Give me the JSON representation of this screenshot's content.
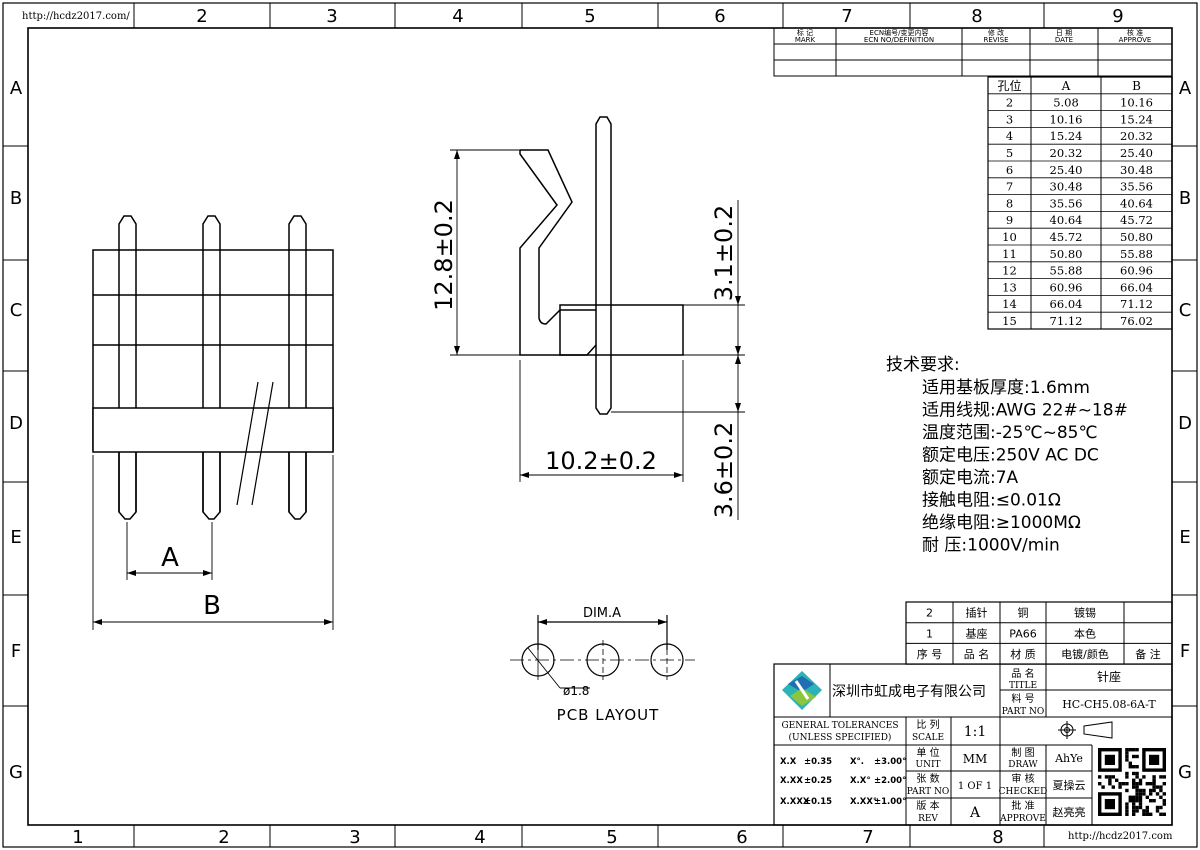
{
  "url_top": "http://hcdz2017.com/",
  "url_bottom": "http://hcdz2017.com",
  "top_cols": [
    "2",
    "3",
    "4",
    "5",
    "6",
    "7",
    "8",
    "9"
  ],
  "bottom_cols": [
    "1",
    "2",
    "3",
    "4",
    "5",
    "6",
    "7",
    "8"
  ],
  "rows": [
    "A",
    "B",
    "C",
    "D",
    "E",
    "F",
    "G"
  ],
  "revision_header": {
    "mark": "标 记",
    "mark_en": "MARK",
    "ecn": "ECN编号/变更内容",
    "ecn_en": "ECN NO/DEFINITION",
    "revise": "修 改",
    "revise_en": "REVISE",
    "date": "日 期",
    "date_en": "DATE",
    "approve": "核 准",
    "approve_en": "APPROVE"
  },
  "pin_table": {
    "headers": [
      "孔位",
      "A",
      "B"
    ],
    "rows": [
      [
        "2",
        "5.08",
        "10.16"
      ],
      [
        "3",
        "10.16",
        "15.24"
      ],
      [
        "4",
        "15.24",
        "20.32"
      ],
      [
        "5",
        "20.32",
        "25.40"
      ],
      [
        "6",
        "25.40",
        "30.48"
      ],
      [
        "7",
        "30.48",
        "35.56"
      ],
      [
        "8",
        "35.56",
        "40.64"
      ],
      [
        "9",
        "40.64",
        "45.72"
      ],
      [
        "10",
        "45.72",
        "50.80"
      ],
      [
        "11",
        "50.80",
        "55.88"
      ],
      [
        "12",
        "55.88",
        "60.96"
      ],
      [
        "13",
        "60.96",
        "66.04"
      ],
      [
        "14",
        "66.04",
        "71.12"
      ],
      [
        "15",
        "71.12",
        "76.02"
      ]
    ]
  },
  "dims": {
    "a": "A",
    "b": "B",
    "h1": "12.8±0.2",
    "h2": "3.1±0.2",
    "h3": "3.6±0.2",
    "w1": "10.2±0.2",
    "dim_a": "DIM.A",
    "hole": "ø1.8",
    "pcb": "PCB LAYOUT"
  },
  "tech": {
    "title": "技术要求:",
    "lines": [
      "适用基板厚度:1.6mm",
      "适用线规:AWG 22#~18#",
      "温度范围:-25℃~85℃",
      "额定电压:250V AC DC",
      "额定电流:7A",
      "接触电阻:≤0.01Ω",
      "绝缘电阻:≥1000MΩ",
      "耐   压:1000V/min"
    ]
  },
  "bom": {
    "rows": [
      [
        "2",
        "插针",
        "铜",
        "镀锡",
        ""
      ],
      [
        "1",
        "基座",
        "PA66",
        "本色",
        ""
      ]
    ],
    "header": [
      "序 号",
      "品 名",
      "材 质",
      "电镀/颜色",
      "备 注"
    ]
  },
  "title_block": {
    "company": "深圳市虹成电子有限公司",
    "title_label": "品 名",
    "title_label_en": "TITLE",
    "title_value": "针座",
    "part_label": "料 号",
    "part_label_en": "PART NO",
    "part_value": "HC-CH5.08-6A-T",
    "tol_title": "GENERAL TOLERANCES",
    "tol_sub": "(UNLESS SPECIFIED)",
    "tol": [
      [
        "X.X",
        "±0.35",
        "X°.",
        "±3.00°"
      ],
      [
        "X.XX",
        "±0.25",
        "X.X°",
        "±2.00°"
      ],
      [
        "X.XXX",
        "±0.15",
        "X.XX°",
        "±1.00°"
      ]
    ],
    "scale_label": "比 列",
    "scale_en": "SCALE",
    "scale_value": "1:1",
    "unit_label": "单 位",
    "unit_en": "UNIT",
    "unit_value": "MM",
    "sheet_label": "张 数",
    "sheet_en": "PART NO",
    "sheet_value": "1 OF 1",
    "rev_label": "版 本",
    "rev_en": "REV",
    "rev_value": "A",
    "draw_label": "制 图",
    "draw_en": "DRAW",
    "draw_value": "AhYe",
    "check_label": "审 核",
    "check_en": "CHECKED",
    "check_value": "夏操云",
    "approve_label": "批 准",
    "approve_en": "APPROVE",
    "approve_value": "赵亮亮"
  }
}
